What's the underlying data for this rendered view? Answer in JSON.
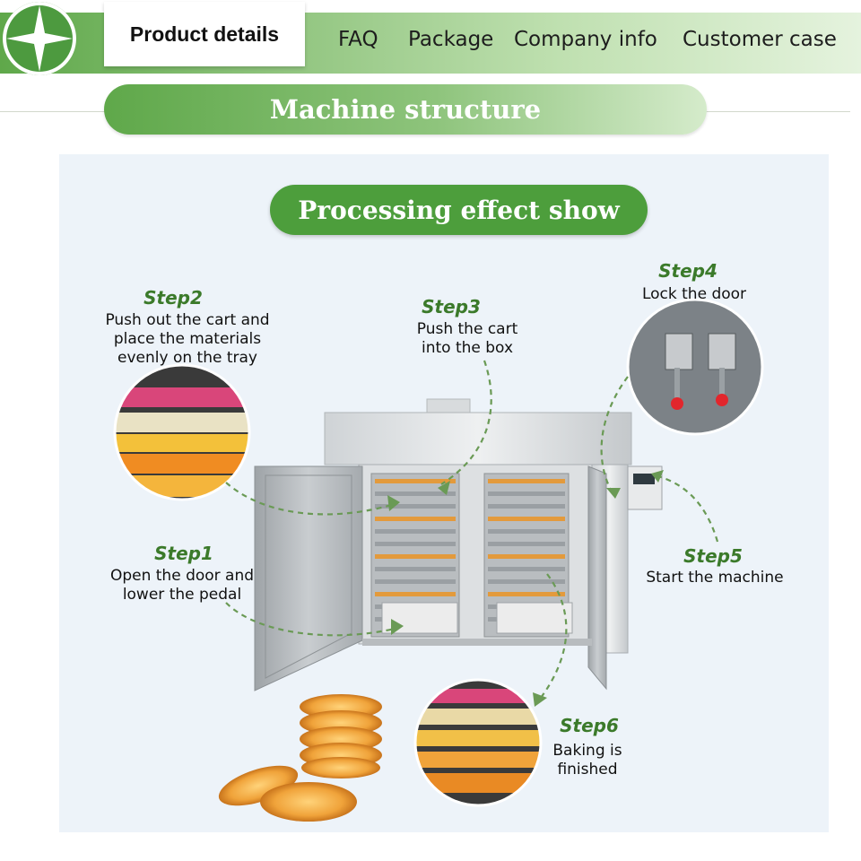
{
  "nav": {
    "active_tab": "Product details",
    "tabs": [
      "FAQ",
      "Package",
      "Company info",
      "Customer case"
    ]
  },
  "section_title": "Machine structure",
  "panel": {
    "title": "Processing effect show"
  },
  "steps": [
    {
      "title": "Step1",
      "desc": [
        "Open the door and",
        "lower the pedal"
      ]
    },
    {
      "title": "Step2",
      "desc": [
        "Push out the cart and",
        "place the materials",
        "evenly on the tray"
      ]
    },
    {
      "title": "Step3",
      "desc": [
        "Push the cart",
        "into the box"
      ]
    },
    {
      "title": "Step4",
      "desc": [
        "Lock the door"
      ]
    },
    {
      "title": "Step5",
      "desc": [
        "Start the machine"
      ]
    },
    {
      "title": "Step6",
      "desc": [
        "Baking is",
        "finished"
      ]
    }
  ],
  "colors": {
    "brand_green": "#4d9e3c",
    "step_title_green": "#3b7a2a",
    "panel_background": "#edf3f9",
    "arrow_green": "#6a9a55"
  },
  "icons": [
    "logo-star-icon"
  ]
}
